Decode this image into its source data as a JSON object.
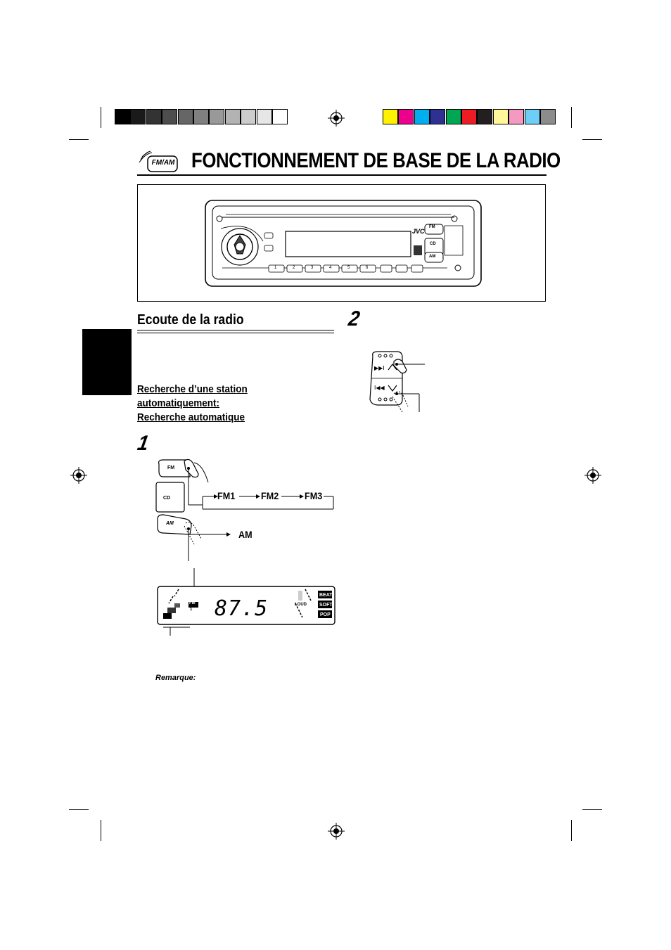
{
  "page": {
    "title": "FONCTIONNEMENT DE BASE DE LA RADIO",
    "header_badge": "FM/AM"
  },
  "color_bars": {
    "grayscale": [
      "#000000",
      "#1a1a1a",
      "#333333",
      "#4d4d4d",
      "#666666",
      "#808080",
      "#999999",
      "#b3b3b3",
      "#cccccc",
      "#e6e6e6",
      "#ffffff"
    ],
    "colors": [
      "#fff200",
      "#ec008c",
      "#00aeef",
      "#2e3192",
      "#00a651",
      "#ed1c24",
      "#231f20",
      "#fff799",
      "#f49ac1",
      "#6dcff6",
      "#8c8c8c"
    ]
  },
  "unit": {
    "brand": "JVC",
    "buttons": {
      "fm": "FM",
      "am": "AM",
      "cd": "CD",
      "presets": [
        "1",
        "2",
        "3",
        "4",
        "5",
        "6"
      ]
    }
  },
  "section": {
    "title": "Ecoute de la radio",
    "subheading_lines": [
      "Recherche d’une station",
      "automatiquement:",
      "Recherche automatique"
    ]
  },
  "steps": {
    "step1": "1",
    "step2": "2"
  },
  "band_flow": {
    "fm_button": "FM",
    "cd_button": "CD",
    "am_button": "AM",
    "fm1": "FM1",
    "fm2": "FM2",
    "fm3": "FM3",
    "am": "AM"
  },
  "display": {
    "band_indicator": "FM",
    "channel": "1",
    "frequency": "87.5",
    "modes": [
      "BEAT",
      "SOFT",
      "POP"
    ],
    "loud": "LOUD"
  },
  "note": {
    "label": "Remarque:"
  }
}
